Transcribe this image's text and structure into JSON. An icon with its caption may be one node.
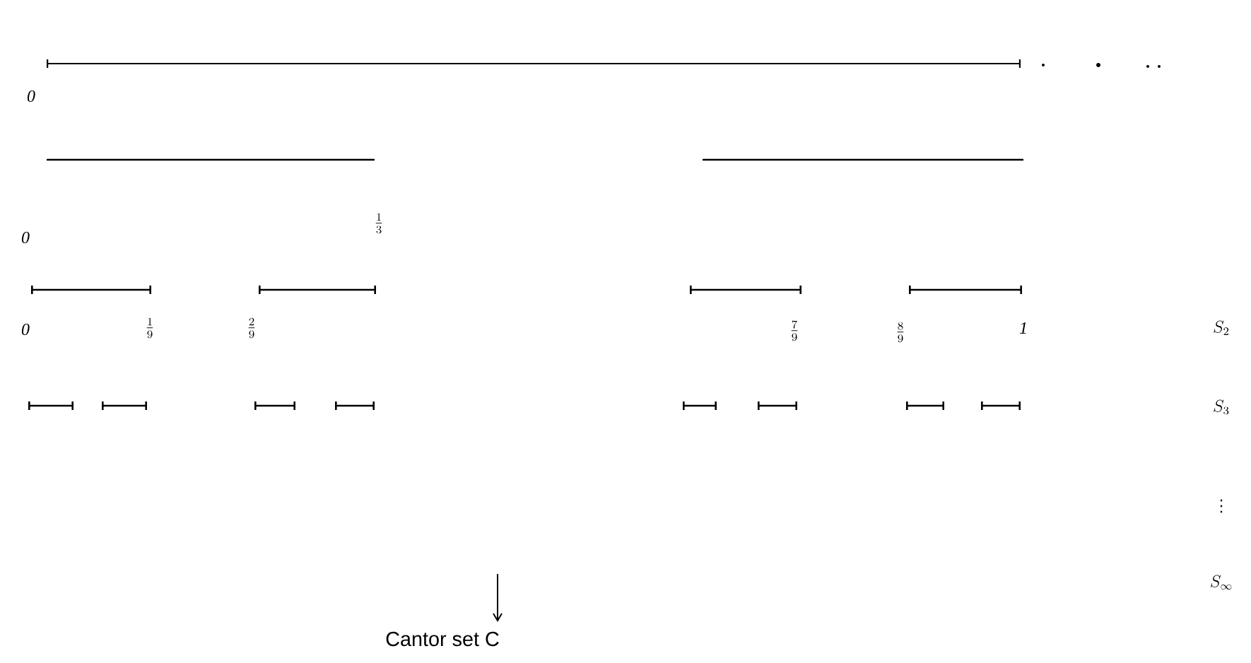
{
  "diagram": {
    "caption": "Cantor set C",
    "labels": [
      "0",
      "0",
      "\\frac{1}{3}",
      "0",
      "\\frac{1}{9}",
      "\\frac{2}{9}",
      "\\frac{7}{9}",
      "\\frac{8}{9}",
      "1",
      "S_2",
      "S_3",
      "\\vdots",
      "S_\\infty"
    ]
  }
}
